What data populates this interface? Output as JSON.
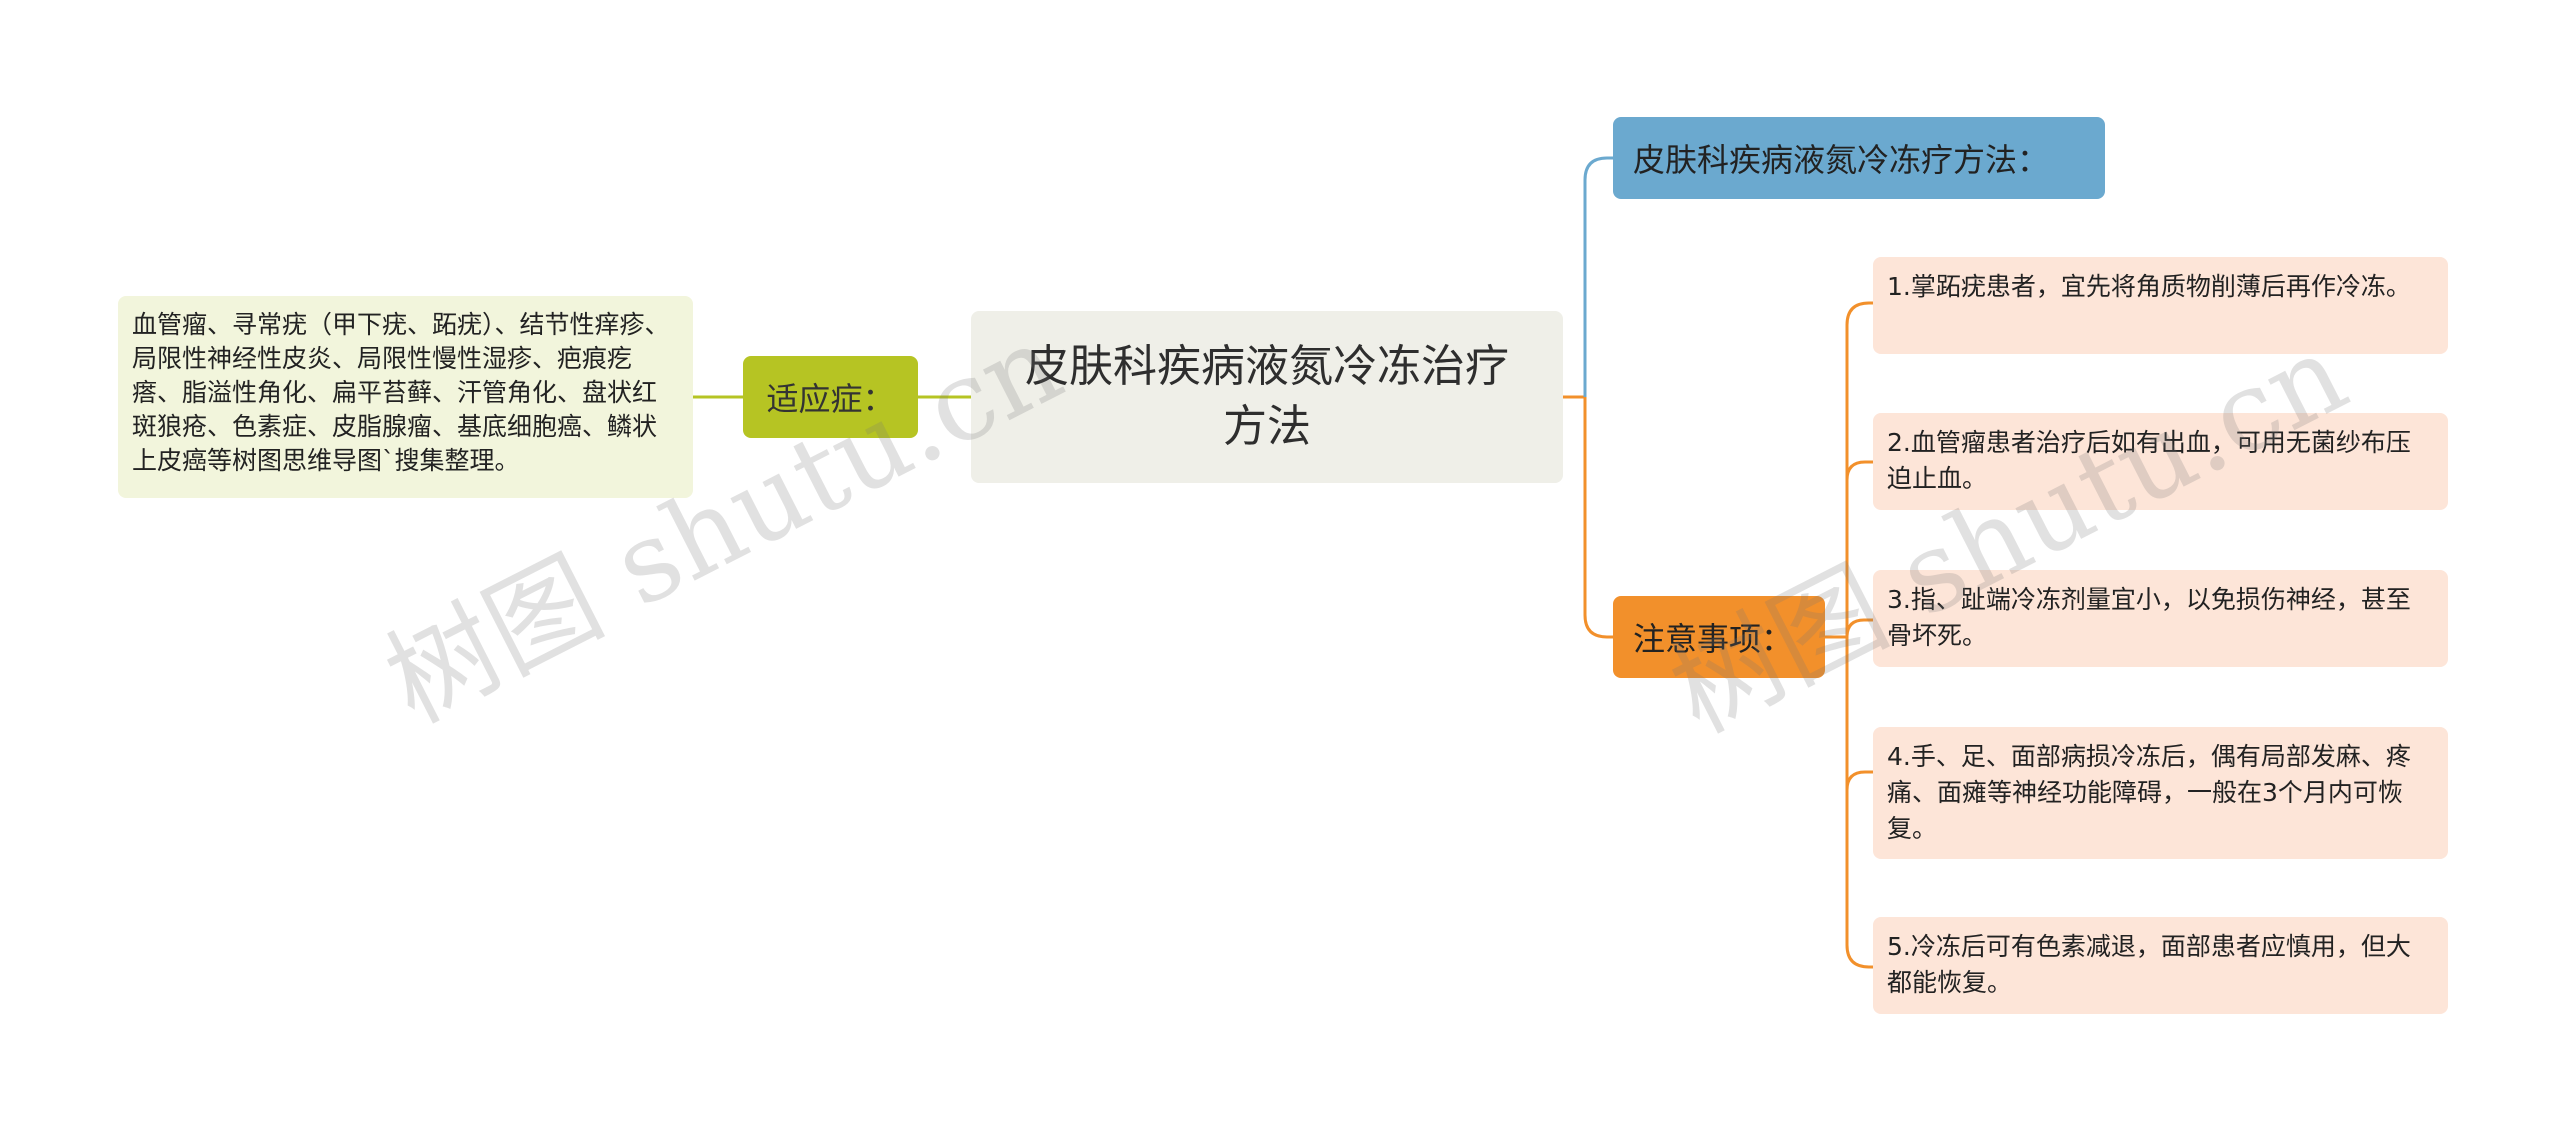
{
  "central": {
    "title": "皮肤科疾病液氮冷冻治疗方法"
  },
  "indications": {
    "label": "适应症：",
    "text": "血管瘤、寻常疣（甲下疣、跖疣）、结节性痒疹、局限性神经性皮炎、局限性慢性湿疹、疤痕疙瘩、脂溢性角化、扁平苔藓、汗管角化、盘状红斑狼疮、色素症、皮脂腺瘤、基底细胞癌、鳞状上皮癌等树图思维导图`搜集整理。"
  },
  "methods": {
    "label": "皮肤科疾病液氮冷冻疗方法："
  },
  "notes": {
    "label": "注意事项：",
    "items": [
      "1.掌跖疣患者，宜先将角质物削薄后再作冷冻。",
      "2.血管瘤患者治疗后如有出血，可用无菌纱布压迫止血。",
      "3.指、趾端冷冻剂量宜小，以免损伤神经，甚至骨坏死。",
      "4.手、足、面部病损冷冻后，偶有局部发麻、疼痛、面瘫等神经功能障碍，一般在3个月内可恢复。",
      "5.冷冻后可有色素减退，面部患者应慎用，但大都能恢复。"
    ]
  },
  "watermark": {
    "text": "树图 shutu.cn"
  },
  "colors": {
    "indications_branch": "#b6c423",
    "methods_branch": "#6ba9cf",
    "notes_branch": "#f2902b",
    "notes_item_bg": "#fde5d8"
  }
}
